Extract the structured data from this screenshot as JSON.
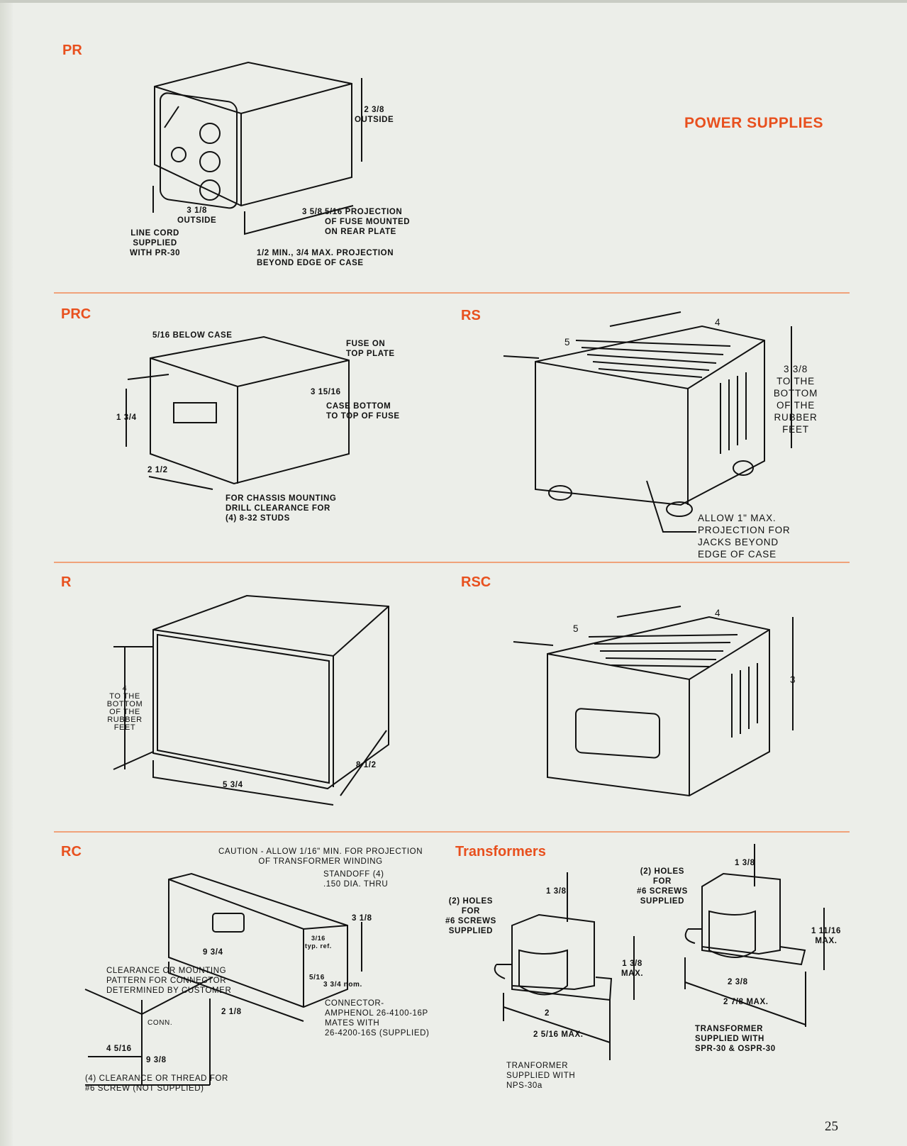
{
  "page_title": "POWER SUPPLIES",
  "page_number": "25",
  "sections": {
    "pr": {
      "heading": "PR",
      "labels": {
        "height": "2 3/8\nOUTSIDE",
        "width": "3 1/8\nOUTSIDE",
        "depth": "3 5/8",
        "fuse": "5/16 PROJECTION\nOF FUSE MOUNTED\nON REAR PLATE",
        "line_cord": "LINE CORD\nSUPPLIED\nWITH PR-30",
        "projection": "1/2 MIN., 3/4 MAX. PROJECTION\nBEYOND EDGE OF CASE"
      }
    },
    "prc": {
      "heading": "PRC",
      "labels": {
        "below_case": "5/16 BELOW CASE",
        "fuse_on_top": "FUSE ON\nTOP PLATE",
        "depth": "3 15/16",
        "case_bottom": "CASE BOTTOM\nTO TOP OF FUSE",
        "height": "1 3/4",
        "width": "2 1/2",
        "chassis": "FOR CHASSIS MOUNTING\nDRILL CLEARANCE FOR\n(4) 8-32 STUDS"
      }
    },
    "rs": {
      "heading": "RS",
      "labels": {
        "width": "4",
        "depth": "5",
        "height": "3 3/8\nTO THE\nBOTTOM\nOF THE\nRUBBER\nFEET",
        "allow": "ALLOW 1\" MAX.\nPROJECTION FOR\nJACKS BEYOND\nEDGE OF CASE"
      }
    },
    "r": {
      "heading": "R",
      "labels": {
        "height": "4\nTO THE\nBOTTOM\nOF THE\nRUBBER\nFEET",
        "width": "5 3/4",
        "depth": "8 1/2"
      }
    },
    "rsc": {
      "heading": "RSC",
      "labels": {
        "width": "4",
        "depth": "5",
        "height": "3"
      }
    },
    "rc": {
      "heading": "RC",
      "labels": {
        "caution": "CAUTION - ALLOW 1/16\" MIN. FOR PROJECTION\nOF TRANSFORMER WINDING",
        "standoff": "STANDOFF (4)\n.150 DIA. THRU",
        "height": "3 1/8",
        "length": "9 3/4",
        "typ_ref": "3/16\ntyp. ref.",
        "edge": "5/16",
        "nom": "3 3/4 nom.",
        "clearance": "CLEARANCE OR MOUNTING\nPATTERN FOR CONNECTOR\nDETERMINED BY CUSTOMER",
        "conn": "CONN.",
        "vspace": "2 1/8",
        "offset": "4 5/16",
        "span": "9 3/8",
        "connector": "CONNECTOR-\nAMPHENOL 26-4100-16P\nMATES WITH\n26-4200-16S (SUPPLIED)",
        "thread": "(4) CLEARANCE OR THREAD FOR\n#6 SCREW (NOT SUPPLIED)"
      }
    },
    "transformers": {
      "heading": "Transformers",
      "left": {
        "holes": "(2) HOLES\nFOR\n#6 SCREWS\nSUPPLIED",
        "depth": "1 3/8",
        "height": "1 3/8\nMAX.",
        "inner": "2",
        "outer": "2 5/16 MAX.",
        "caption": "TRANFORMER\nSUPPLIED WITH\nNPS-30a"
      },
      "right": {
        "holes": "(2) HOLES\nFOR\n#6 SCREWS\nSUPPLIED",
        "depth": "1 3/8",
        "height": "1 11/16\nMAX.",
        "inner": "2 3/8",
        "outer": "2 7/8 MAX.",
        "caption": "TRANSFORMER\nSUPPLIED WITH\nSPR-30 & OSPR-30"
      }
    }
  },
  "colors": {
    "accent": "#e8501e",
    "rule": "#f0a27a",
    "paper": "#eceee9"
  }
}
